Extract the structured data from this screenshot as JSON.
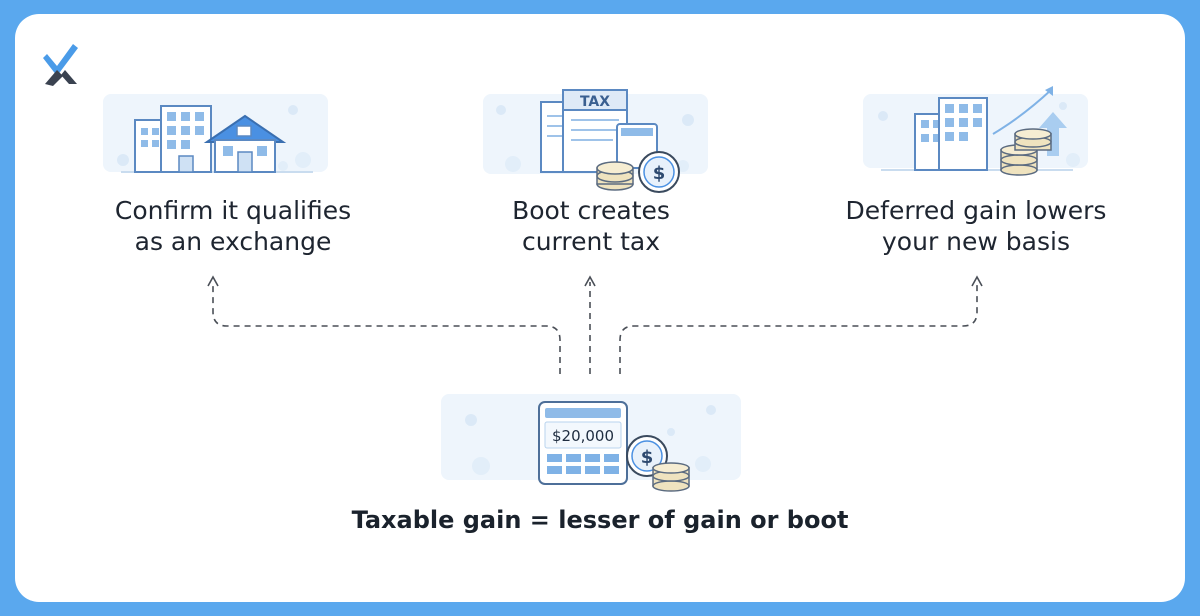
{
  "steps": [
    {
      "line1": "Confirm it qualifies",
      "line2": "as an exchange",
      "icon": "buildings-house-icon"
    },
    {
      "line1": "Boot creates",
      "line2": "current tax",
      "icon": "tax-form-coins-icon"
    },
    {
      "line1": "Deferred gain lowers",
      "line2": "your new basis",
      "icon": "building-coins-arrow-icon"
    }
  ],
  "center": {
    "amount": "$20,000",
    "caption": "Taxable gain = lesser of gain or boot",
    "icon": "calculator-coins-icon"
  },
  "colors": {
    "background": "#5aa8ee",
    "card": "#ffffff",
    "accent": "#4a90e2",
    "coin": "#efe3bf"
  }
}
